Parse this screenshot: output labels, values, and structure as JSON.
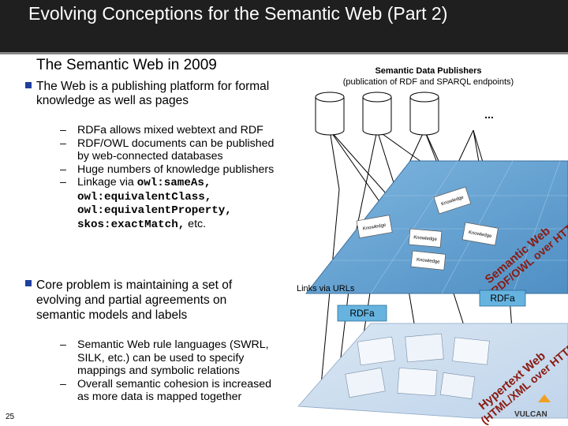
{
  "title": "Evolving Conceptions for the Semantic Web (Part 2)",
  "subtitle": "The Semantic Web in 2009",
  "bullet1": {
    "text": "The Web is a publishing platform for formal knowledge as well as pages",
    "subs": [
      "RDFa allows mixed webtext and RDF",
      "RDF/OWL documents can be published by web-connected databases",
      "Huge numbers of knowledge publishers"
    ],
    "linkage_prefix": "Linkage via ",
    "linkage_terms": "owl:sameAs, owl:equivalentClass, owl:equivalentProperty, skos:exactMatch,",
    "linkage_suffix": " etc."
  },
  "bullet2": {
    "text": "Core problem is maintaining a set of evolving and partial agreements on semantic models and labels",
    "subs": [
      "Semantic Web rule languages (SWRL, SILK, etc.) can be used to specify mappings and symbolic relations",
      "Overall semantic cohesion is increased as more data is mapped together"
    ]
  },
  "diagram": {
    "publishers_title": "Semantic Data Publishers",
    "publishers_subtitle": "(publication of RDF and SPARQL endpoints)",
    "ellipsis": "...",
    "semantic_web_label_1": "Semantic Web",
    "semantic_web_label_2": "(RDF/OWL over HTTP)",
    "links_label": "Links via URLs",
    "rdfa_left": "RDFa",
    "rdfa_right": "RDFa",
    "hypertext_label_1": "Hypertext Web",
    "hypertext_label_2": "(HTML/XML over HTTP)",
    "logo": "VULCAN",
    "knowledge_cards": [
      "Knowledge",
      "Knowledge",
      "Knowledge",
      "Knowledge",
      "Knowledge"
    ]
  },
  "page_number": "25",
  "colors": {
    "title_bar": "#1f1f1f",
    "semantic_plane": "#6fa9d6",
    "rdfa_box": "#66b3e0",
    "bullet": "#1f3f9f"
  }
}
